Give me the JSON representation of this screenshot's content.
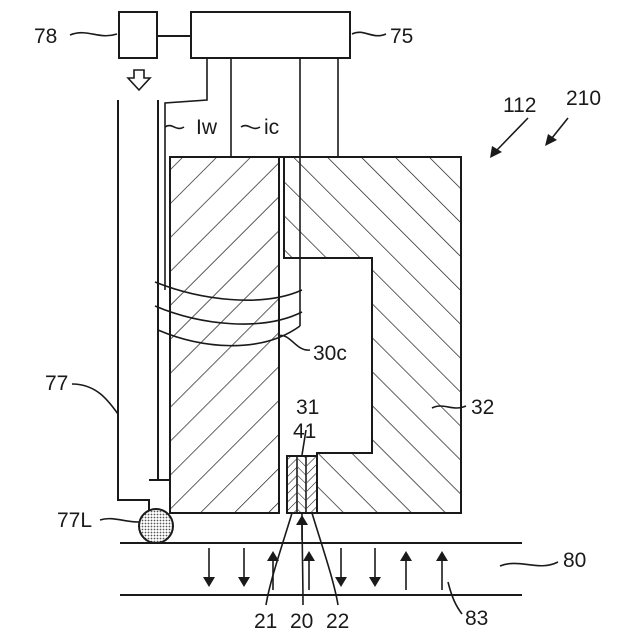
{
  "labels": {
    "l78": "78",
    "l75": "75",
    "l112": "112",
    "l210": "210",
    "lw": "Iw",
    "ic": "ic",
    "l30c": "30c",
    "l77": "77",
    "l31": "31",
    "l41": "41",
    "l32": "32",
    "l77L": "77L",
    "l80": "80",
    "l21": "21",
    "l20": "20",
    "l22": "22",
    "l83": "83"
  },
  "colors": {
    "ink": "#1a1a1a",
    "dot_fill": "#9a9a9a"
  }
}
